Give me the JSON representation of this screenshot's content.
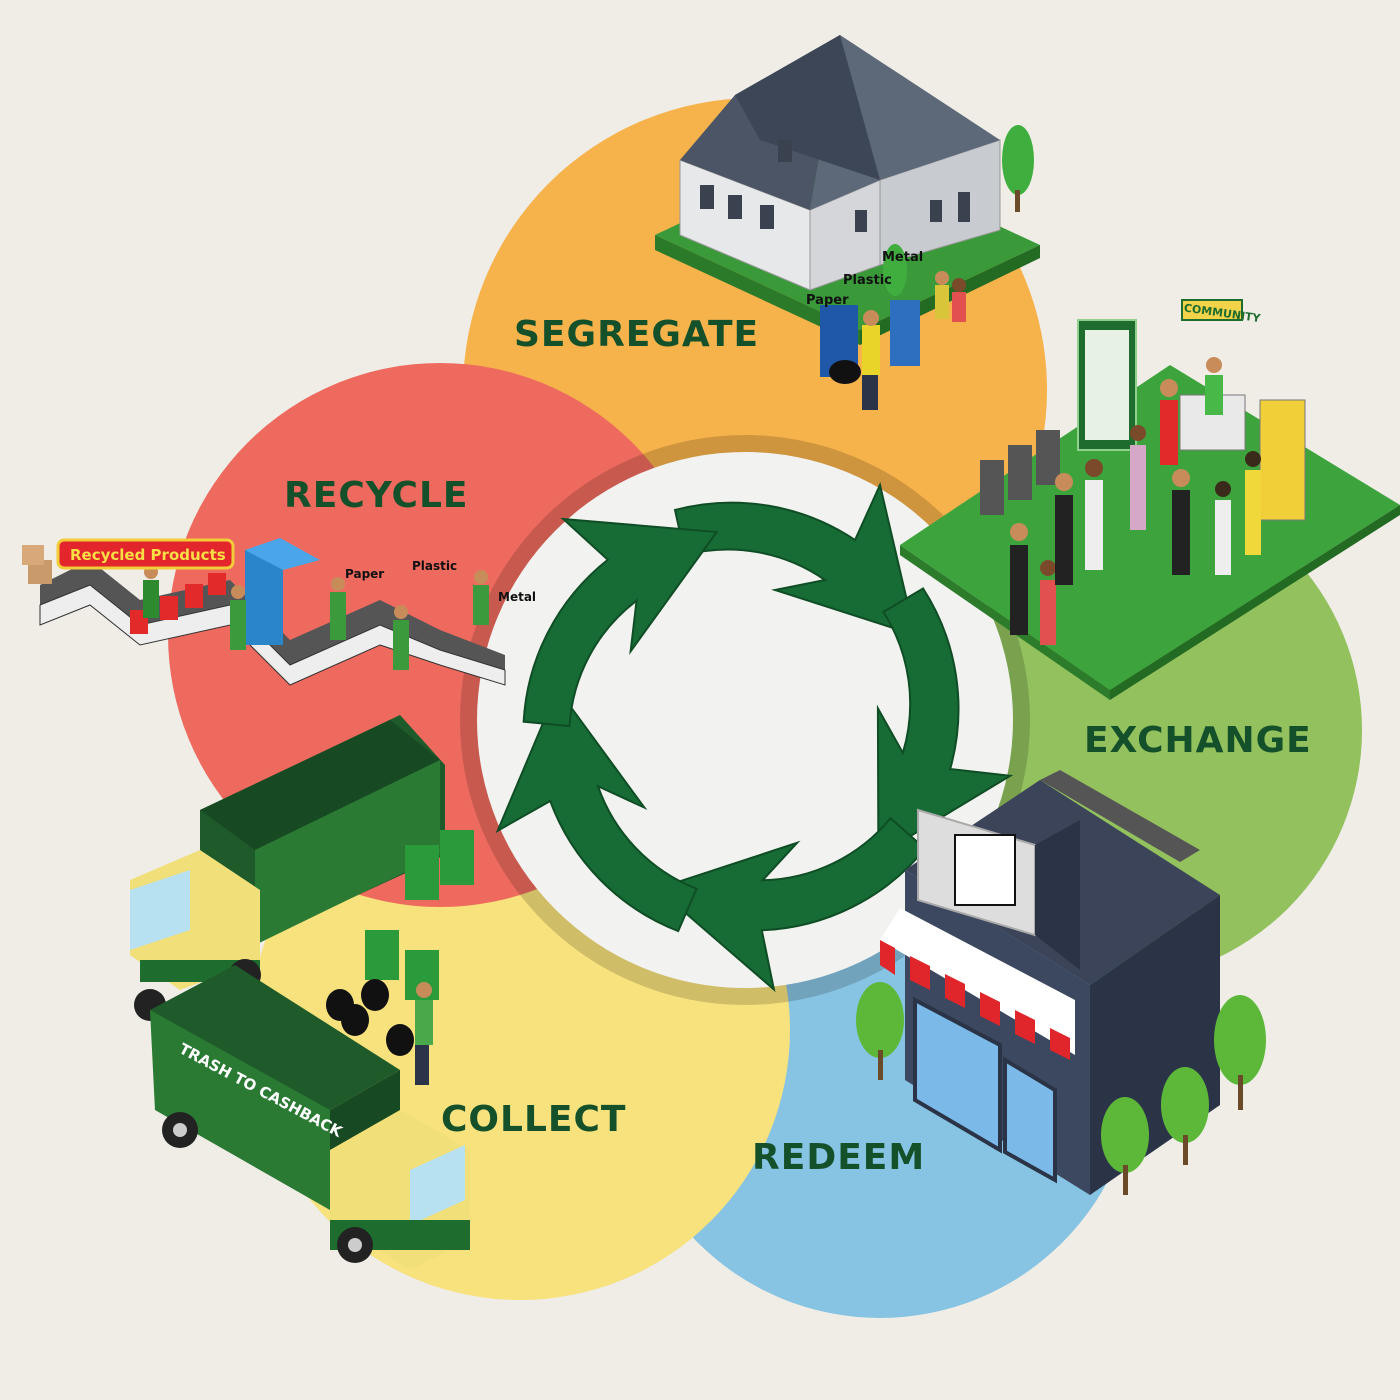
{
  "stages": {
    "segregate": "SEGREGATE",
    "exchange": "EXCHANGE",
    "redeem": "REDEEM",
    "collect": "COLLECT",
    "recycle": "RECYCLE"
  },
  "house_bin_labels": {
    "paper": "Paper",
    "plastic": "Plastic",
    "metal": "Metal"
  },
  "recycle_line": {
    "banner": "Recycled Products",
    "paper": "Paper",
    "plastic": "Plastic",
    "metal": "Metal"
  },
  "exchange_booth": {
    "sign": "COMMUNITY"
  },
  "truck": {
    "slogan": "TRASH TO CASHBACK"
  },
  "colors": {
    "segregate_petal": "#f6b24b",
    "exchange_petal": "#92c15e",
    "redeem_petal": "#87c3e2",
    "collect_petal": "#f7e27d",
    "recycle_petal": "#ee6a5e",
    "recycle_symbol": "#176b35",
    "label_text": "#14502a",
    "background": "#efede6"
  },
  "icons": [
    "house-icon",
    "market-stall-icon",
    "store-icon",
    "garbage-truck-icon",
    "conveyor-belt-icon",
    "recycle-arrows-icon"
  ]
}
